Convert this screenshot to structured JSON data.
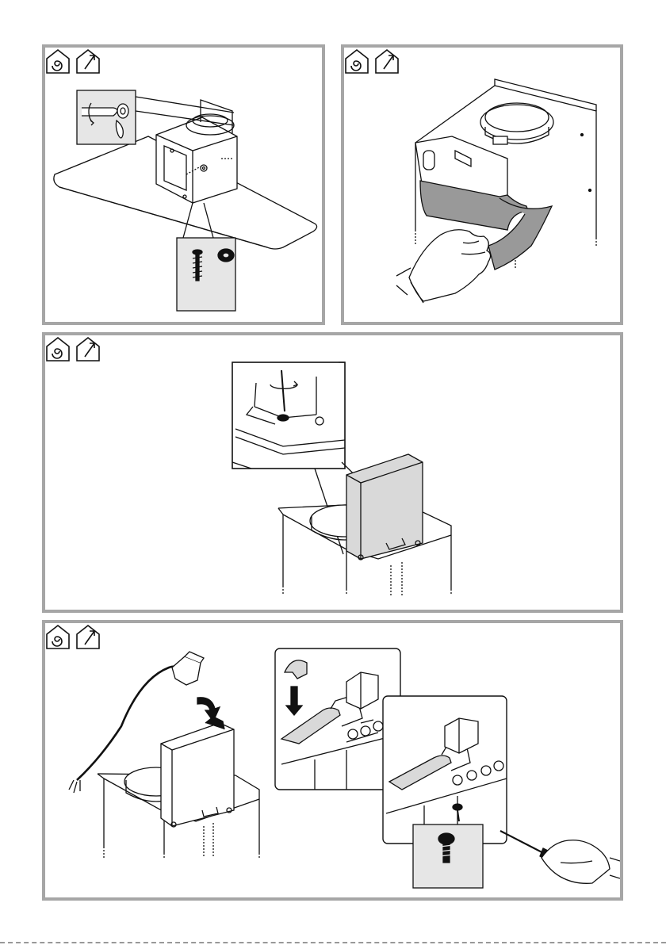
{
  "document": {
    "type": "assembly-instructions-page",
    "colors": {
      "panel_border": "#a6a6a6",
      "line": "#111111",
      "part_fill": "#d9d9d9",
      "inset_fill": "#e6e6e6",
      "tape_fill": "#999999"
    },
    "icons": [
      "indoor-recirculation-icon",
      "outdoor-extraction-icon"
    ],
    "panels": [
      {
        "id": "step-1",
        "depicts": "motor-housing-on-hood-screw-and-washer"
      },
      {
        "id": "step-2",
        "depicts": "remove-protective-tape"
      },
      {
        "id": "step-3",
        "depicts": "fit-electrical-box-with-screw"
      },
      {
        "id": "step-4",
        "depicts": "connect-power-plug-and-cable-clamp"
      }
    ]
  }
}
